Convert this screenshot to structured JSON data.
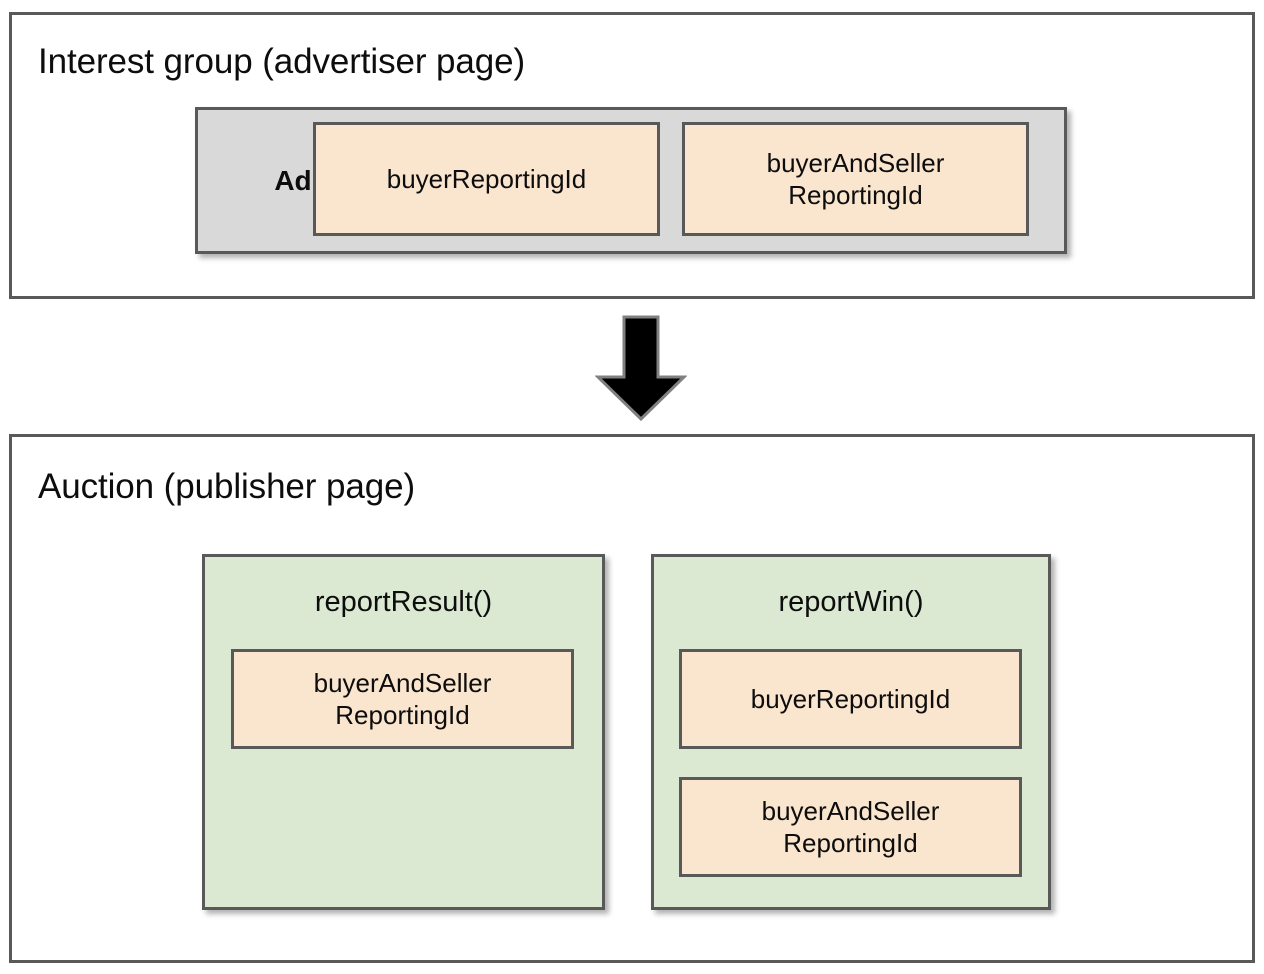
{
  "diagram": {
    "title": "Interest group and auction reporting IDs",
    "colors": {
      "panel_border": "#595959",
      "box_border": "#595959",
      "ad_container_fill": "#d9d9d9",
      "reporting_id_fill": "#fae5ce",
      "function_fill": "#dce9d2",
      "text": "#0d0d0d",
      "arrow": "#000000",
      "background": "#ffffff"
    },
    "panels": [
      {
        "id": "interest-group",
        "title": "Interest group (advertiser page)",
        "ad": {
          "label": "Ad",
          "reporting_ids": [
            "buyerReportingId",
            "buyerAndSeller\nReportingId"
          ]
        }
      },
      {
        "id": "auction",
        "title": "Auction (publisher page)",
        "functions": [
          {
            "name": "reportResult()",
            "reporting_ids": [
              "buyerAndSeller\nReportingId"
            ]
          },
          {
            "name": "reportWin()",
            "reporting_ids": [
              "buyerReportingId",
              "buyerAndSeller\nReportingId"
            ]
          }
        ]
      }
    ],
    "connector": {
      "icon": "down-arrow-icon",
      "direction": "down"
    }
  }
}
